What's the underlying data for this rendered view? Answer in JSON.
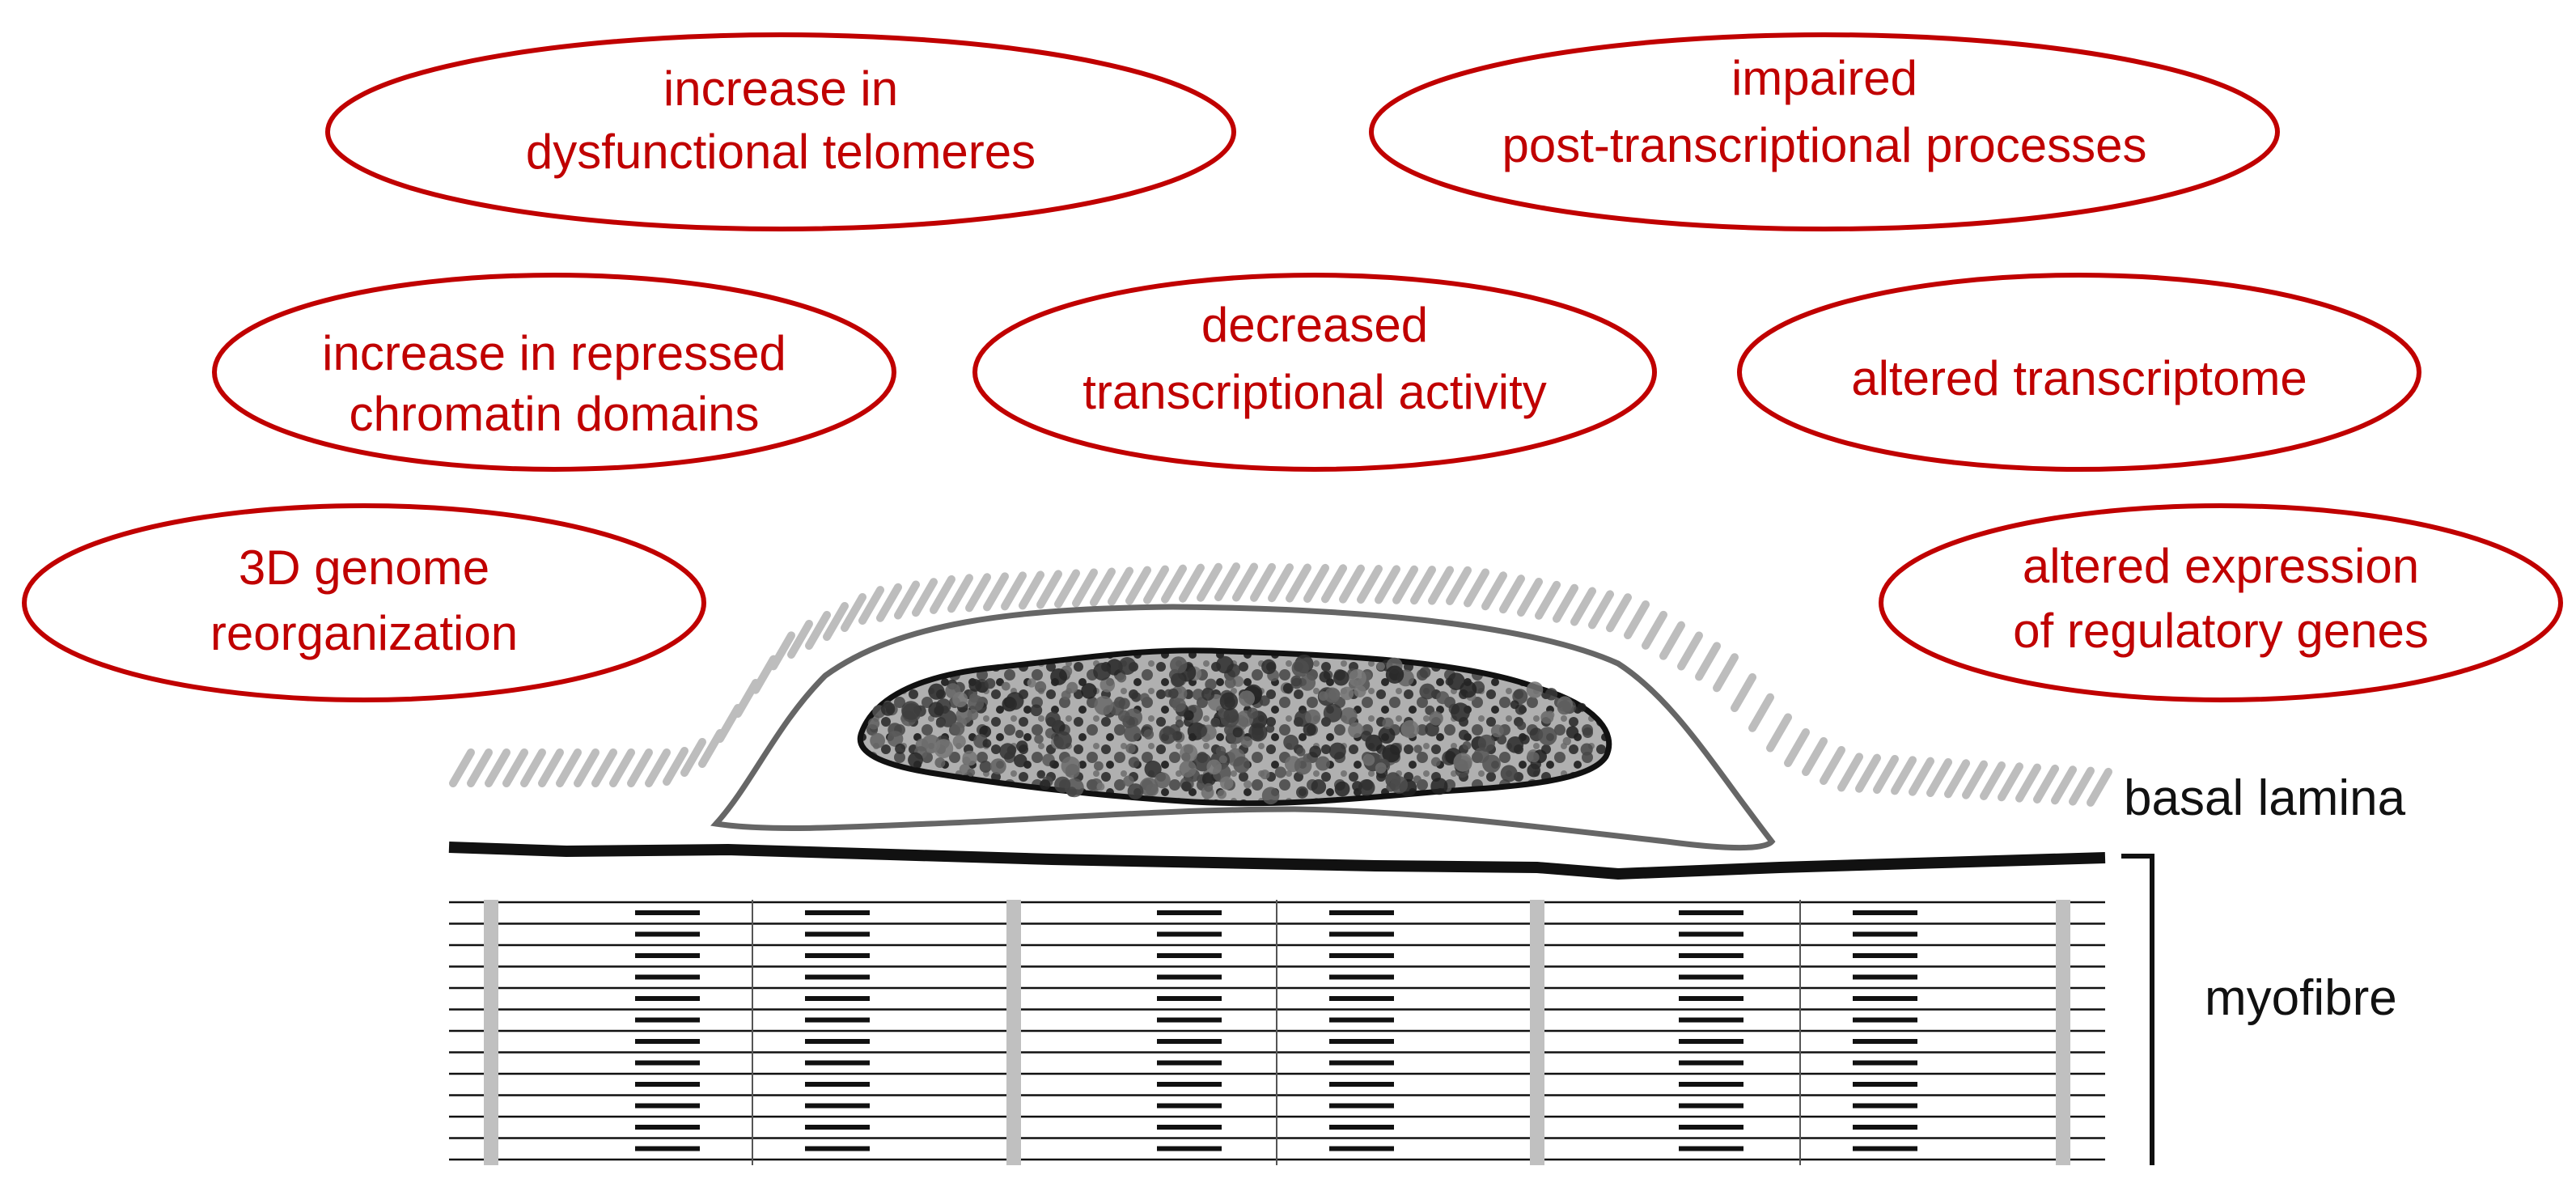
{
  "colors": {
    "accent": "#c00000",
    "ink": "#111111",
    "lamina": "#bdbdbd",
    "cell_outline": "#666666"
  },
  "ovals": [
    {
      "id": "dysfunctional-telomeres",
      "lines": [
        "increase in",
        "dysfunctional telomeres"
      ]
    },
    {
      "id": "post-transcriptional",
      "lines": [
        "impaired",
        "post-transcriptional  processes"
      ]
    },
    {
      "id": "repressed-chromatin",
      "lines": [
        "increase in repressed",
        "chromatin domains"
      ]
    },
    {
      "id": "transcriptional-activity",
      "lines": [
        "decreased",
        "transcriptional activity"
      ]
    },
    {
      "id": "altered-transcriptome",
      "lines": [
        "altered transcriptome"
      ]
    },
    {
      "id": "genome-reorganization",
      "lines": [
        "3D genome",
        "reorganization"
      ]
    },
    {
      "id": "regulatory-genes",
      "lines": [
        "altered expression",
        "of regulatory genes"
      ]
    }
  ],
  "labels": {
    "basal_lamina": "basal lamina",
    "myofibre": "myofibre"
  }
}
